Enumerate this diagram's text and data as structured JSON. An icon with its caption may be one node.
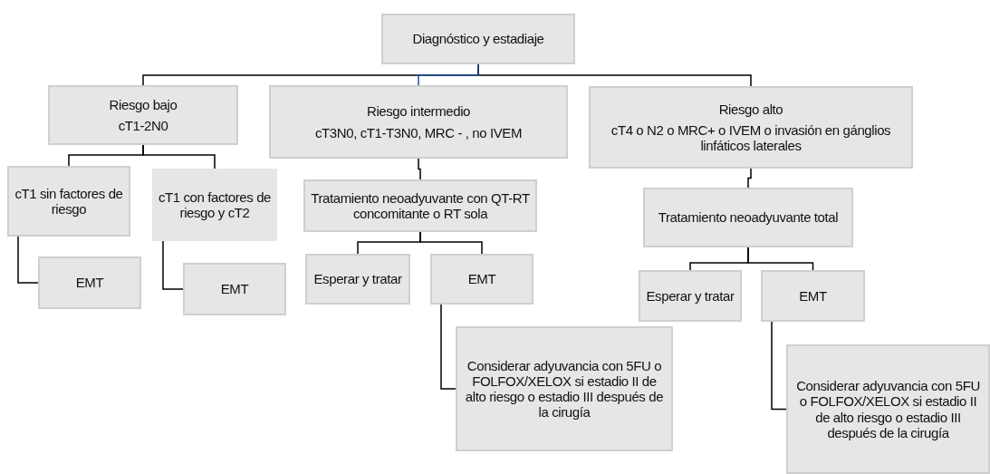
{
  "diagram": {
    "nodes": [
      {
        "text": [
          "Diagnóstico y estadiaje"
        ]
      },
      {
        "text": [
          "Riesgo bajo",
          "cT1-2N0"
        ]
      },
      {
        "text": [
          "Riesgo intermedio",
          "cT3N0, cT1-T3N0, MRC - , no IVEM"
        ]
      },
      {
        "text": [
          "Riesgo alto",
          "cT4 o N2 o MRC+ o IVEM o invasión en gánglios linfáticos laterales"
        ]
      },
      {
        "text": [
          "cT1 sin factores de riesgo"
        ]
      },
      {
        "text": [
          "cT1 con factores de riesgo y cT2"
        ]
      },
      {
        "text": [
          "EMT"
        ]
      },
      {
        "text": [
          "EMT"
        ]
      },
      {
        "text": [
          "Tratamiento neoadyuvante con QT-RT concomitante o RT sola"
        ]
      },
      {
        "text": [
          "Esperar y tratar"
        ]
      },
      {
        "text": [
          "EMT"
        ]
      },
      {
        "text": [
          "Considerar adyuvancia con 5FU o FOLFOX/XELOX si estadio II de alto riesgo o estadio III después de la cirugía"
        ]
      },
      {
        "text": [
          "Tratamiento neoadyuvante total"
        ]
      },
      {
        "text": [
          "Esperar y tratar"
        ]
      },
      {
        "text": [
          "EMT"
        ]
      },
      {
        "text": [
          "Considerar adyuvancia con 5FU o FOLFOX/XELOX si estadio II de alto riesgo o estadio III después de la cirugía"
        ]
      }
    ],
    "edges": [
      {
        "from": 0,
        "to": 1,
        "arrow": "none"
      },
      {
        "from": 0,
        "to": 2,
        "arrow": "none",
        "color": "#1f4e9a"
      },
      {
        "from": 0,
        "to": 3,
        "arrow": "none"
      },
      {
        "from": 1,
        "to": 4,
        "arrow": "none"
      },
      {
        "from": 1,
        "to": 5,
        "arrow": "none"
      },
      {
        "from": 4,
        "to": 6,
        "arrow": "none"
      },
      {
        "from": 5,
        "to": 7,
        "arrow": "none"
      },
      {
        "from": 2,
        "to": 8,
        "arrow": "none"
      },
      {
        "from": 8,
        "to": 9,
        "arrow": "none"
      },
      {
        "from": 8,
        "to": 10,
        "arrow": "none"
      },
      {
        "from": 10,
        "to": 11,
        "arrow": "none"
      },
      {
        "from": 3,
        "to": 12,
        "arrow": "none"
      },
      {
        "from": 12,
        "to": 13,
        "arrow": "none"
      },
      {
        "from": 12,
        "to": 14,
        "arrow": "none"
      },
      {
        "from": 14,
        "to": 15,
        "arrow": "none"
      }
    ]
  }
}
